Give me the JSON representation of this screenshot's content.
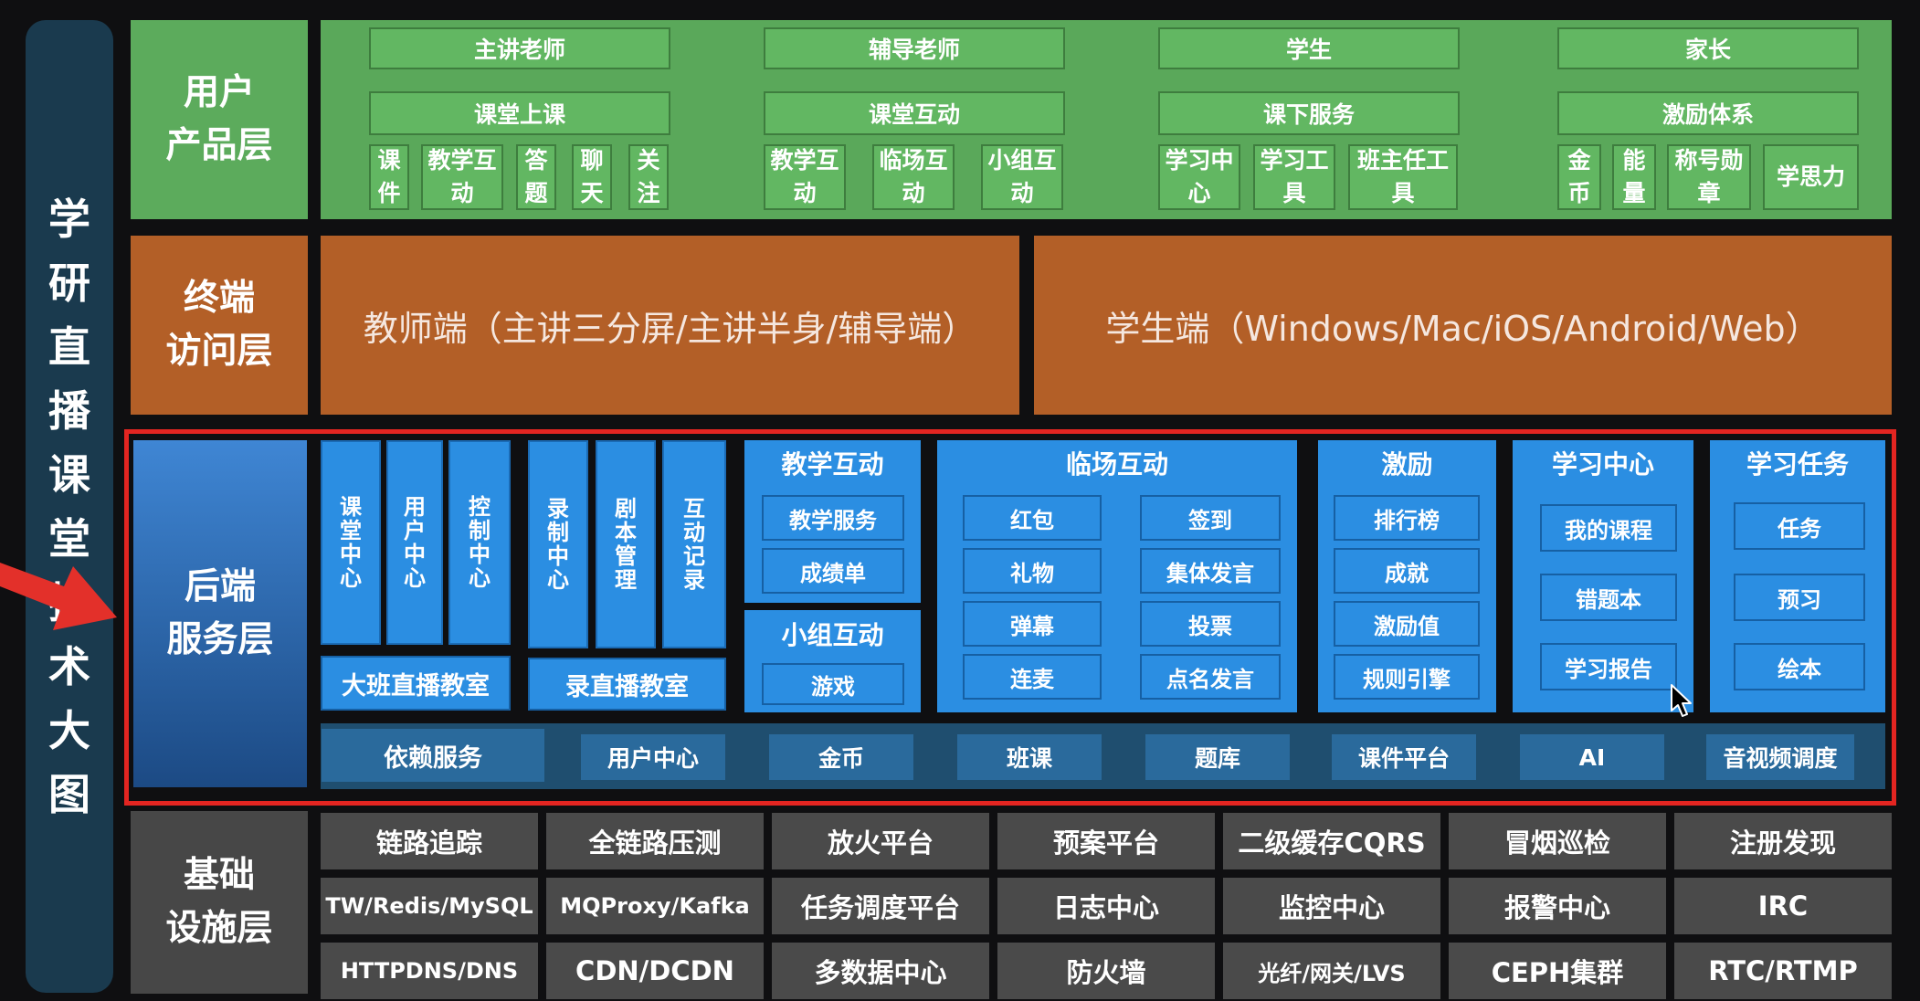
{
  "side_title": [
    "学",
    "研",
    "直",
    "播",
    "课",
    "堂",
    "技",
    "术",
    "大",
    "图"
  ],
  "layers": {
    "user": "用户\n产品层",
    "terminal": "终端\n访问层",
    "backend": "后端\n服务层",
    "infra": "基础\n设施层"
  },
  "user_layer": {
    "roles": [
      "主讲老师",
      "辅导老师",
      "学生",
      "家长"
    ],
    "groups": [
      {
        "title": "课堂上课",
        "items": [
          "课\n件",
          "教学互\n动",
          "答\n题",
          "聊\n天",
          "关\n注"
        ]
      },
      {
        "title": "课堂互动",
        "items": [
          "教学互\n动",
          "临场互\n动",
          "小组互\n动"
        ]
      },
      {
        "title": "课下服务",
        "items": [
          "学习中\n心",
          "学习工\n具",
          "班主任工\n具"
        ]
      },
      {
        "title": "激励体系",
        "items": [
          "金\n币",
          "能\n量",
          "称号勋\n章",
          "学思力"
        ]
      }
    ]
  },
  "terminal_layer": {
    "teacher": "教师端（主讲三分屏/主讲半身/辅导端）",
    "student": "学生端（Windows/Mac/iOS/Android/Web）"
  },
  "backend_layer": {
    "live_cols": [
      "课\n堂\n中\n心",
      "用\n户\n中\n心",
      "控\n制\n中\n心"
    ],
    "live_label": "大班直播教室",
    "rec_cols": [
      "录\n制\n中\n心",
      "剧\n本\n管\n理",
      "互\n动\n记\n录"
    ],
    "rec_label": "录直播教室",
    "teach": {
      "title": "教学互动",
      "items": [
        "教学服务",
        "成绩单"
      ]
    },
    "group": {
      "title": "小组互动",
      "items": [
        "游戏"
      ]
    },
    "onsite": {
      "title": "临场互动",
      "left": [
        "红包",
        "礼物",
        "弹幕",
        "连麦"
      ],
      "right": [
        "签到",
        "集体发言",
        "投票",
        "点名发言"
      ]
    },
    "incentive": {
      "title": "激励",
      "items": [
        "排行榜",
        "成就",
        "激励值",
        "规则引擎"
      ]
    },
    "study": {
      "title": "学习中心",
      "items": [
        "我的课程",
        "错题本",
        "学习报告"
      ]
    },
    "task": {
      "title": "学习任务",
      "items": [
        "任务",
        "预习",
        "绘本"
      ]
    },
    "deps_label": "依赖服务",
    "deps": [
      "用户中心",
      "金币",
      "班课",
      "题库",
      "课件平台",
      "AI",
      "音视频调度"
    ]
  },
  "infra_layer": {
    "rows": [
      [
        "链路追踪",
        "全链路压测",
        "放火平台",
        "预案平台",
        "二级缓存CQRS",
        "冒烟巡检",
        "注册发现"
      ],
      [
        "TW/Redis/MySQL",
        "MQProxy/Kafka",
        "任务调度平台",
        "日志中心",
        "监控中心",
        "报警中心",
        "IRC"
      ],
      [
        "HTTPDNS/DNS",
        "CDN/DCDN",
        "多数据中心",
        "防火墙",
        "光纤/网关/LVS",
        "CEPH集群",
        "RTC/RTMP"
      ]
    ]
  },
  "colors": {
    "user": "#5aa85a",
    "terminal": "#b35f27",
    "backend": "#2b8ee2",
    "infra": "#474747",
    "highlight": "#e32521"
  },
  "icons": [
    "arrow-right-icon",
    "cursor-icon"
  ]
}
